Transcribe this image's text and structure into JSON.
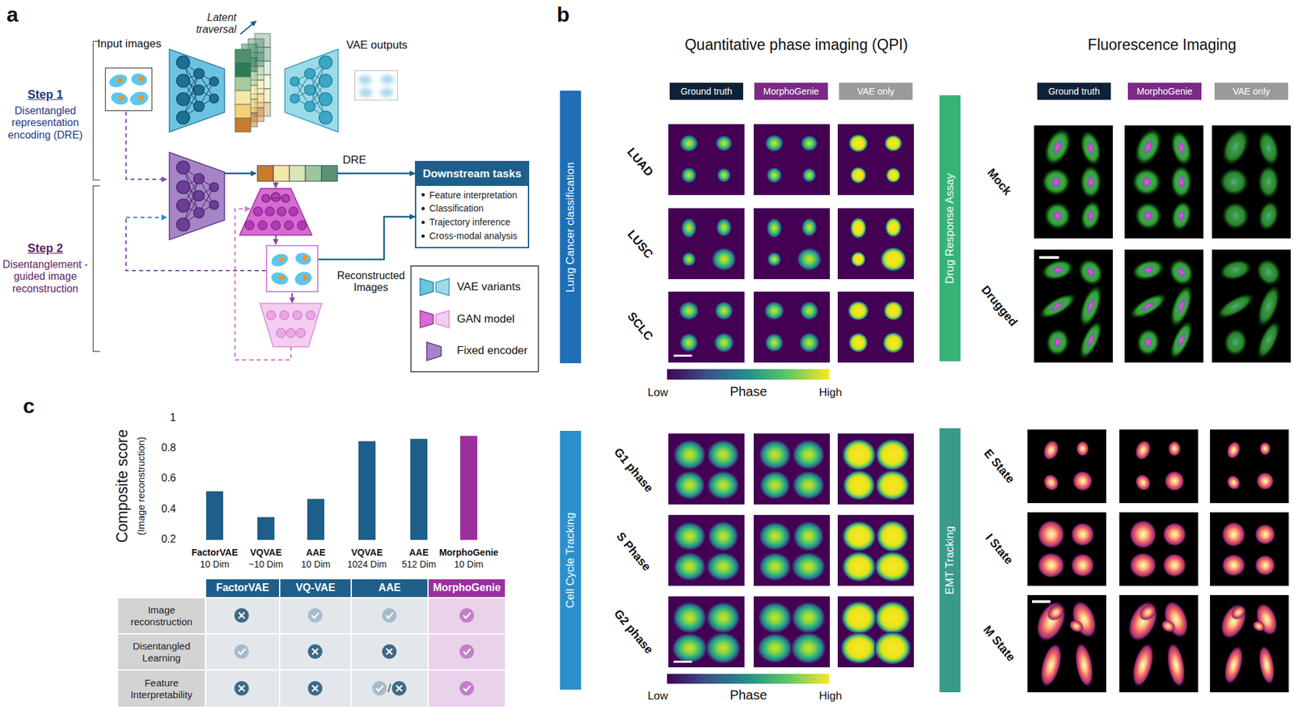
{
  "diagram": {
    "nodes": [
      {
        "text": [
          "Input images"
        ]
      },
      {
        "text": [
          "VAE outputs"
        ]
      },
      {
        "text": [
          "DRE"
        ]
      },
      {
        "text": [
          "Downstream tasks",
          "Feature interpretation",
          "Classification",
          "Trajectory inference",
          "Cross-modal analysis"
        ]
      },
      {
        "text": [
          "Reconstructed Images"
        ]
      },
      {
        "text": [
          "Ground truth"
        ]
      },
      {
        "text": [
          "MorphoGenie"
        ]
      },
      {
        "text": [
          "VAE only"
        ]
      },
      {
        "text": [
          "Ground truth"
        ]
      },
      {
        "text": [
          "MorphoGenie"
        ]
      },
      {
        "text": [
          "VAE only"
        ]
      },
      {
        "text": [
          "Lung Cancer classification"
        ]
      },
      {
        "text": [
          "Drug Response Assay"
        ]
      },
      {
        "text": [
          "Cell Cycle Tracking"
        ]
      },
      {
        "text": [
          "EMT Tracking"
        ]
      }
    ],
    "edges": [
      {
        "from": 2,
        "to": 3,
        "arrow": "to"
      },
      {
        "from": 4,
        "to": 3,
        "arrow": "to"
      }
    ],
    "labels": [
      "a",
      "Latent traversal",
      "Step 1",
      "Disentangled representation encoding (DRE)",
      "Step 2",
      "Disentanglement -guided image reconstruction",
      "b",
      "Quantitative phase imaging (QPI)",
      "Fluorescence Imaging",
      "LUAD",
      "LUSC",
      "SCLC",
      "Low",
      "Phase",
      "High",
      "G1 phase",
      "S Phase",
      "G2 phase",
      "Low",
      "Phase",
      "High",
      "Mock",
      "Drugged",
      "E State",
      "I State",
      "M State",
      "c",
      "Composite score",
      "(Image reconstruction)",
      "1",
      "0.8",
      "0.6",
      "0.4",
      "0.2",
      "FactorVAE",
      "10 Dim",
      "VQVAE",
      "~10 Dim",
      "AAE",
      "10 Dim",
      "VQVAE",
      "1024 Dim",
      "AAE",
      "512 Dim",
      "MorphoGenie",
      "10 Dim",
      "FactorVAE",
      "VQ-VAE",
      "AAE",
      "MorphoGenie",
      "Image reconstruction",
      "Disentangled Learning",
      "Feature Interpretability",
      "/"
    ],
    "legend": [
      {
        "text": "VAE variants"
      },
      {
        "text": "GAN model"
      },
      {
        "text": "Fixed encoder"
      }
    ]
  }
}
